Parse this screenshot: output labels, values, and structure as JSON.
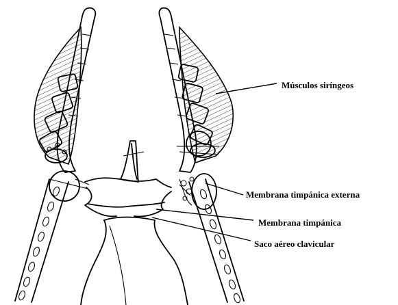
{
  "labels": {
    "musculos": "Músculos siríngeos",
    "membrana_externa": "Membrana timpánica externa",
    "membrana": "Membrana timpánica",
    "saco": "Saco aéreo clavicular"
  }
}
